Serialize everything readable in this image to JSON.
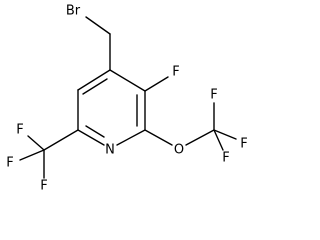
{
  "molecule": {
    "atoms": {
      "br": "Br",
      "n": "N",
      "o": "O",
      "f_ring": "F",
      "f_ocf3_top": "F",
      "f_ocf3_right": "F",
      "f_ocf3_bottom": "F",
      "f_cf3_top": "F",
      "f_cf3_left": "F",
      "f_cf3_bottom": "F"
    }
  }
}
